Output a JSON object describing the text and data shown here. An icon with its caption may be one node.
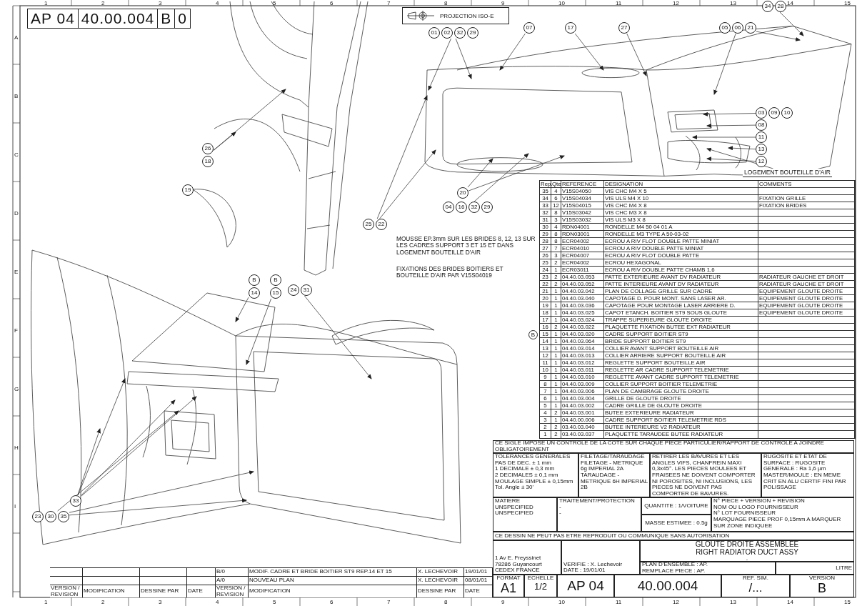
{
  "diagram": {
    "nodes": [
      {
        "text": [
          "01",
          "02",
          "32",
          "29"
        ]
      },
      {
        "text": [
          "07"
        ]
      },
      {
        "text": [
          "17"
        ]
      },
      {
        "text": [
          "27"
        ]
      },
      {
        "text": [
          "05",
          "06",
          "21"
        ]
      },
      {
        "text": [
          "34",
          "28"
        ]
      },
      {
        "text": [
          "26",
          "18"
        ]
      },
      {
        "text": [
          "19"
        ]
      },
      {
        "text": [
          "25",
          "22"
        ]
      },
      {
        "text": [
          "03",
          "09",
          "10"
        ]
      },
      {
        "text": [
          "08"
        ]
      },
      {
        "text": [
          "11"
        ]
      },
      {
        "text": [
          "13"
        ]
      },
      {
        "text": [
          "12"
        ]
      },
      {
        "text": [
          "20"
        ]
      },
      {
        "text": [
          "04",
          "16",
          "32",
          "29"
        ]
      },
      {
        "text": [
          "B",
          "14"
        ]
      },
      {
        "text": [
          "B",
          "15"
        ]
      },
      {
        "text": [
          "24",
          "31"
        ]
      },
      {
        "text": [
          "33"
        ]
      },
      {
        "text": [
          "23",
          "30",
          "35"
        ]
      },
      {
        "text": [
          "LOGEMENT BOUTEILLE D'AIR"
        ]
      },
      {
        "text": [],
        "shape": "box"
      },
      {
        "text": [
          "Rep.",
          "Qte",
          "REFERENCE",
          "DESIGNATION",
          "COMMENTS"
        ],
        "in": 22
      },
      {
        "text": [
          "35",
          "4",
          "V15S04050",
          "VIS CHC M4 X 5"
        ],
        "in": 22
      },
      {
        "text": [
          "34",
          "6",
          "V15S04034",
          "VIS ULS M4 X 10",
          "FIXATION GRILLE"
        ],
        "in": 22
      },
      {
        "text": [
          "33",
          "12",
          "V15S04015",
          "VIS CHC M4 X 8",
          "FIXATION BRIDES"
        ],
        "in": 22
      },
      {
        "text": [
          "32",
          "8",
          "V15S03042",
          "VIS CHC M3 X 8"
        ],
        "in": 22
      },
      {
        "text": [
          "31",
          "3",
          "V15S03032",
          "VIS ULS M3 X 8"
        ],
        "in": 22
      },
      {
        "text": [
          "30",
          "4",
          "RDN04001",
          "RONDELLE M4 50 04 01 A"
        ],
        "in": 22
      },
      {
        "text": [
          "29",
          "8",
          "RDN03001",
          "RONDELLE M3 TYPE A 50-03-02"
        ],
        "in": 22
      },
      {
        "text": [
          "28",
          "8",
          "ECR04002",
          "ECROU A RIV FLOT DOUBLE PATTE MINIAT"
        ],
        "in": 22
      },
      {
        "text": [
          "27",
          "7",
          "ECR04010",
          "ECROU A RIV DOUBLE PATTE MINIAT"
        ],
        "in": 22
      },
      {
        "text": [
          "26",
          "3",
          "ECR04007",
          "ECROU A RIV FLOT DOUBLE PATTE"
        ],
        "in": 22
      },
      {
        "text": [
          "25",
          "2",
          "ECR04002",
          "ECROU HEXAGONAL"
        ],
        "in": 22
      },
      {
        "text": [
          "24",
          "1",
          "ECR03011",
          "ECROU A RIV DOUBLE PATTE CHAMB 1,6"
        ],
        "in": 22
      },
      {
        "text": [
          "23",
          "2",
          "04.40.03.053",
          "PATTE EXTERIEURE AVANT DV RADIATEUR",
          "RADIATEUR GAUCHE ET DROIT"
        ],
        "in": 22
      },
      {
        "text": [
          "22",
          "2",
          "04.40.03.052",
          "PATTE INTERIEURE AVANT DV RADIATEUR",
          "RADIATEUR GAUCHE ET DROIT"
        ],
        "in": 22
      },
      {
        "text": [
          "21",
          "1",
          "04.40.03.042",
          "PLAN DE COLLAGE GRILLE SUR CADRE",
          "EQUIPEMENT GLOUTE DROITE"
        ],
        "in": 22
      },
      {
        "text": [
          "20",
          "1",
          "04.40.03.040",
          "CAPOTAGE D. POUR MONT. SANS LASER AR.",
          "EQUIPEMENT GLOUTE DROITE"
        ],
        "in": 22
      },
      {
        "text": [
          "19",
          "1",
          "04.40.03.036",
          "CAPOTAGE POUR MONTAGE LASER ARRIERE D.",
          "EQUIPEMENT GLOUTE DROITE"
        ],
        "in": 22
      },
      {
        "text": [
          "18",
          "1",
          "04.40.03.025",
          "CAPOT ETANCH. BOITIER ST9 SOUS GLOUTE",
          "EQUIPEMENT GLOUTE DROITE"
        ],
        "in": 22
      },
      {
        "text": [
          "17",
          "1",
          "04.40.03.024",
          "TRAPPE SUPERIEURE GLOUTE DROITE"
        ],
        "in": 22
      },
      {
        "text": [
          "16",
          "2",
          "04.40.03.022",
          "PLAQUETTE FIXATION BUTEE EXT RADIATEUR"
        ],
        "in": 22
      },
      {
        "text": [
          "15",
          "1",
          "04.40.03.020",
          "CADRE SUPPORT BOITIER ST9"
        ],
        "in": 22
      },
      {
        "text": [
          "14",
          "1",
          "04.40.03.064",
          "BRIDE SUPPORT BOITIER ST9"
        ],
        "in": 22
      },
      {
        "text": [
          "13",
          "1",
          "04.40.03.014",
          "COLLIER AVANT SUPPORT BOUTEILLE AIR"
        ],
        "in": 22
      },
      {
        "text": [
          "12",
          "1",
          "04.40.03.013",
          "COLLIER ARRIERE SUPPORT BOUTEILLE AIR"
        ],
        "in": 22
      },
      {
        "text": [
          "11",
          "1",
          "04.40.03.012",
          "REGLETTE SUPPORT BOUTEILLE AIR"
        ],
        "in": 22
      },
      {
        "text": [
          "10",
          "1",
          "04.40.03.011",
          "REGLETTE AR CADRE SUPPORT TELEMETRIE"
        ],
        "in": 22
      },
      {
        "text": [
          "9",
          "1",
          "04.40.03.010",
          "REGLETTE AVANT CADRE SUPPORT TELEMETRIE"
        ],
        "in": 22
      },
      {
        "text": [
          "8",
          "1",
          "04.40.03.009",
          "COLLIER SUPPORT BOITIER TELEMETRIE"
        ],
        "in": 22
      },
      {
        "text": [
          "7",
          "1",
          "04.40.03.006",
          "PLAN DE CAMBRAGE GLOUTE DROITE"
        ],
        "in": 22
      },
      {
        "text": [
          "6",
          "1",
          "04.40.03.004",
          "GRILLE DE GLOUTE DROITE"
        ],
        "in": 22
      },
      {
        "text": [
          "5",
          "1",
          "04.40.03.002",
          "CADRE GRILLE DE GLOUTE DROITE"
        ],
        "in": 22
      },
      {
        "text": [
          "4",
          "2",
          "04.40.03.001",
          "BUTEE EXTERIEURE RADIATEUR"
        ],
        "in": 22
      },
      {
        "text": [
          "3",
          "1",
          "04.40.00.006",
          "CADRE SUPPORT BOITIER TELEMETRIE RDS"
        ],
        "in": 22
      },
      {
        "text": [
          "2",
          "2",
          "03.40.03.040",
          "BUTEE INTERIEURE V2 RADIATEUR"
        ],
        "in": 22
      },
      {
        "text": [
          "1",
          "2",
          "03.40.03.037",
          "PLAQUETTE TARAUDEE BUTEE RADIATEUR"
        ],
        "in": 22
      },
      {
        "text": [
          "CE SIGLE IMPOSE UN CONTROLE DE LA COTE SUR CHAQUE PIECE PARTICULIER/RAPPORT DE CONTROLE A JOINDRE OBLIGATOIREMENT"
        ]
      },
      {
        "text": [
          "TOLERANCES GENERALES",
          "PAS DE DEC. ± 1 mm",
          "1 DECIMALE ± 0,3 mm",
          "2 DECIMALES ± 0,1 mm",
          "MOULAGE SIMPLE ± 0,15mm",
          "Tol. Angle ± 30'"
        ]
      },
      {
        "text": [
          "FILETAGE/TARAUDAGE",
          "FILETAGE - METRIQUE 6g IMPERIAL 2A",
          "TARAUDAGE - METRIQUE 6H IMPERIAL 2B"
        ]
      },
      {
        "text": [
          "RETIRER LES BAVURES ET LES ANGLES VIFS, CHANFREIN MAXI 0,3x45°. LES PIECES MOULEES ET FRAISEES NE DOIVENT COMPORTER NI POROSITES, NI INCLUSIONS, LES PIECES NE DOIVENT PAS COMPORTER DE BAVURES."
        ]
      },
      {
        "text": [
          "RUGOSITE ET ETAT DE SURFACE : RUGOSITE GENERALE : Ra 1,6 µm",
          "MASTER/MOULE : EN MEME CRIT EN ALU CERTIF FINI PAR POLISSAGE"
        ]
      },
      {
        "text": [
          "MATIERE",
          "UNSPECIFIED",
          "UNSPECIFIED"
        ]
      },
      {
        "text": [
          "TRAITEMENT/PROTECTION",
          "-",
          "-"
        ]
      },
      {
        "text": [
          "QUANTITE : 1/VOITURE"
        ]
      },
      {
        "text": [
          "MASSE ESTIMEE : 0.5g"
        ]
      },
      {
        "text": [
          "N° PIECE + VERSION + REVISION",
          "NOM OU LOGO FOURNISSEUR",
          "N° LOT FOURNISSEUR",
          "MARQUAGE PIECE PROF 0,15mm A MARQUER SUR ZONE INDIQUEE"
        ]
      },
      {
        "text": [
          "CE DESSIN NE PEUT PAS ETRE REPRODUIT OU COMMUNIQUE SANS AUTORISATION"
        ]
      },
      {
        "text": [
          "1 Av E. Freyssinet",
          "78286 Guyancourt",
          "CEDEX FRANCE"
        ]
      },
      {
        "text": [
          "VERIFIE : X. Lechevoir",
          "DATE : 19/01/01"
        ]
      },
      {
        "text": [
          "GLOUTE DROITE ASSEMBLEE",
          "RIGHT RADIATOR DUCT ASSY",
          "-"
        ]
      },
      {
        "text": [
          "PLAN D'ENSEMBLE : AP.",
          "REMPLACE PIECE : AP."
        ]
      },
      {
        "text": [
          "LITRE"
        ]
      },
      {
        "text": [
          "FORMAT",
          "A1"
        ]
      },
      {
        "text": [
          "ECHELLE",
          "1/2"
        ]
      },
      {
        "text": [
          "AP 04"
        ]
      },
      {
        "text": [
          "40.00.004"
        ]
      },
      {
        "text": [
          "REF. SIM.",
          "/..."
        ]
      },
      {
        "text": [
          "VERSION",
          "B"
        ]
      },
      {
        "text": [
          "B/0",
          "MODIF. CADRE ET BRIDE BOITIER ST9 REP.14 ET 15",
          "X. LECHEVOIR",
          "19/01/01"
        ]
      },
      {
        "text": [
          "A/0",
          "NOUVEAU PLAN",
          "X. LECHEVOIR",
          "08/01/01"
        ]
      },
      {
        "text": [
          "VERSION / REVISION",
          "MODIFICATION",
          "DESSINE PAR",
          "DATE",
          "VERSION / REVISION",
          "MODIFICATION",
          "DESSINE PAR",
          "DATE"
        ]
      },
      {
        "text": [
          "AP 04",
          "40.00.004",
          "B",
          "0"
        ]
      },
      {
        "text": [
          "PROJECTION ISO-E"
        ]
      }
    ],
    "edges": [
      {
        "from": 0,
        "to": null,
        "arrow": "to"
      },
      {
        "from": 0,
        "to": null,
        "arrow": "to"
      },
      {
        "from": 1,
        "to": null,
        "arrow": "to"
      },
      {
        "from": 2,
        "to": null,
        "arrow": "to"
      },
      {
        "from": 3,
        "to": null,
        "arrow": "to"
      },
      {
        "from": 4,
        "to": null,
        "arrow": "to"
      },
      {
        "from": 4,
        "to": null,
        "arrow": "to"
      },
      {
        "from": 5,
        "to": null,
        "arrow": "to"
      },
      {
        "from": 6,
        "to": null,
        "arrow": "to"
      },
      {
        "from": 6,
        "to": null,
        "arrow": "to"
      },
      {
        "from": 8,
        "to": null,
        "arrow": "to"
      },
      {
        "from": 8,
        "to": null,
        "arrow": "to"
      },
      {
        "from": 9,
        "to": null,
        "arrow": "to"
      },
      {
        "from": 10,
        "to": null,
        "arrow": "to"
      },
      {
        "from": 11,
        "to": null,
        "arrow": "to"
      },
      {
        "from": 12,
        "to": null,
        "arrow": "to"
      },
      {
        "from": 13,
        "to": null,
        "arrow": "to"
      },
      {
        "from": 14,
        "to": null,
        "arrow": "to"
      },
      {
        "from": 14,
        "to": null,
        "arrow": "to"
      },
      {
        "from": 15,
        "to": null,
        "arrow": "to"
      },
      {
        "from": 16,
        "to": null,
        "arrow": "to"
      },
      {
        "from": 17,
        "to": null,
        "arrow": "to"
      },
      {
        "from": 18,
        "to": null,
        "arrow": "to"
      },
      {
        "from": 19,
        "to": null,
        "arrow": "to"
      },
      {
        "from": 19,
        "to": null,
        "arrow": "to"
      },
      {
        "from": 19,
        "to": null,
        "arrow": "to"
      },
      {
        "from": 19,
        "to": null,
        "arrow": "to"
      },
      {
        "from": 20,
        "to": null,
        "arrow": "to"
      },
      {
        "from": 20,
        "to": null,
        "arrow": "to"
      },
      {
        "from": 20,
        "to": null,
        "arrow": "to"
      },
      {
        "from": 21,
        "to": null,
        "arrow": "to"
      }
    ],
    "labels": [
      "MOUSSE EP.3mm SUR LES BRIDES 8, 12, 13 SUR LES CADRES SUPPORT 3 ET 15 ET DANS LOGEMENT BOUTEILLE D'AIR",
      "FIXATIONS DES BRIDES BOITIERS ET BOUTEILLE D'AIR PAR V15S04019",
      "B",
      "1",
      "2",
      "3",
      "4",
      "5",
      "6",
      "7",
      "8",
      "9",
      "10",
      "11",
      "12",
      "13",
      "14",
      "15",
      "A",
      "B",
      "C",
      "D",
      "E",
      "F",
      "G",
      "H",
      "I",
      "1",
      "2",
      "3",
      "4",
      "5",
      "6",
      "7",
      "8",
      "9",
      "10",
      "11",
      "12",
      "13",
      "14",
      "15"
    ]
  }
}
